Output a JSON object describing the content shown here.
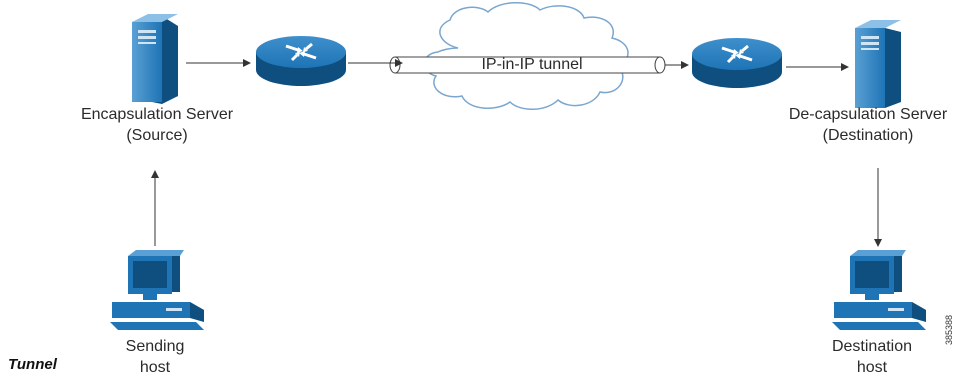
{
  "nodes": {
    "encap_server": {
      "line1": "Encapsulation Server",
      "line2": "(Source)"
    },
    "decap_server": {
      "line1": "De-capsulation Server",
      "line2": "(Destination)"
    },
    "sending_host": {
      "line1": "Sending",
      "line2": "host"
    },
    "destination_host": {
      "line1": "Destination",
      "line2": "host"
    }
  },
  "tunnel": {
    "label": "IP-in-IP tunnel"
  },
  "caption": "Tunnel",
  "figure_id": "385388",
  "colors": {
    "device_blue": "#1e74b5",
    "device_dark": "#0f4f80",
    "device_light": "#5aa0d4",
    "arrow": "#333333",
    "cloud_stroke": "#7aa6cf"
  }
}
